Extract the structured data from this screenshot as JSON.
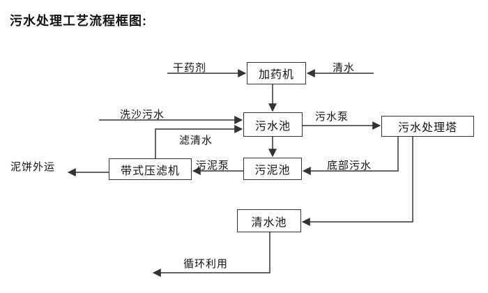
{
  "title": "污水处理工艺流程框图:",
  "diagram": {
    "nodes": {
      "dosing_machine": "加药机",
      "sewage_pool": "污水池",
      "treatment_tower": "污水处理塔",
      "sludge_pool": "污泥池",
      "belt_filter_press": "带式压滤机",
      "clean_water_pool": "清水池"
    },
    "edge_labels": {
      "dry_chemical": "干药剂",
      "clean_water": "清水",
      "sand_washing_sewage": "洗沙污水",
      "filtered_water": "滤清水",
      "sewage_pump": "污水泵",
      "sludge_pump": "污泥泵",
      "mud_cake_out": "泥饼外运",
      "bottom_sewage": "底部污水",
      "recycle_use": "循环利用"
    },
    "colors": {
      "line": "#333333",
      "text": "#111111",
      "box_border": "#333333",
      "box_fill": "#ffffff"
    }
  }
}
